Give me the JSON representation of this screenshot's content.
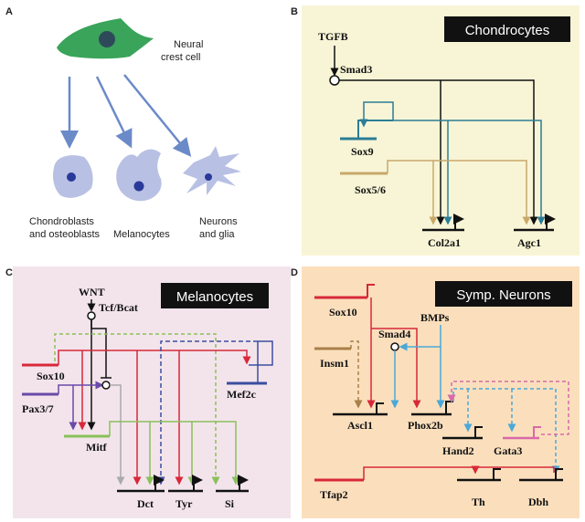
{
  "panels": {
    "a": {
      "label": "A",
      "neural_crest": "Neural crest cell",
      "neural_crest_l1": "Neural",
      "neural_crest_l2": "crest cell",
      "chondro_l1": "Chondroblasts",
      "chondro_l2": "and osteoblasts",
      "melanocytes": "Melanocytes",
      "neurons_l1": "Neurons",
      "neurons_l2": "and glia"
    },
    "b": {
      "label": "B",
      "title": "Chondrocytes",
      "bg": "#f8f5d6",
      "genes": {
        "tgfb": "TGFB",
        "smad3": "Smad3",
        "sox9": "Sox9",
        "sox56": "Sox5/6",
        "col2a1": "Col2a1",
        "agc1": "Agc1"
      }
    },
    "c": {
      "label": "C",
      "title": "Melanocytes",
      "bg": "#f3e4ec",
      "genes": {
        "wnt": "WNT",
        "tcf": "Tcf/Bcat",
        "sox10": "Sox10",
        "pax37": "Pax3/7",
        "mitf": "Mitf",
        "mef2c": "Mef2c",
        "dct": "Dct",
        "tyr": "Tyr",
        "si": "Si"
      }
    },
    "d": {
      "label": "D",
      "title": "Symp. Neurons",
      "bg": "#fbdfbd",
      "genes": {
        "sox10": "Sox10",
        "smad4": "Smad4",
        "bmps": "BMPs",
        "insm1": "Insm1",
        "ascl1": "Ascl1",
        "phox2b": "Phox2b",
        "hand2": "Hand2",
        "gata3": "Gata3",
        "tfap2": "Tfap2",
        "th": "Th",
        "dbh": "Dbh"
      }
    }
  },
  "colors": {
    "cell_green": "#3aa45a",
    "cell_blue": "#b8c0e4",
    "arrow_blue": "#6b8ac8",
    "black": "#111111",
    "teal": "#2b7d96",
    "tan": "#c8a86a",
    "red": "#d8283a",
    "purple": "#6a4aa8",
    "green": "#8ac05a",
    "navy": "#3a4ea0",
    "sky": "#4aa8d8",
    "brown": "#a88048",
    "pink": "#d86aa8"
  }
}
